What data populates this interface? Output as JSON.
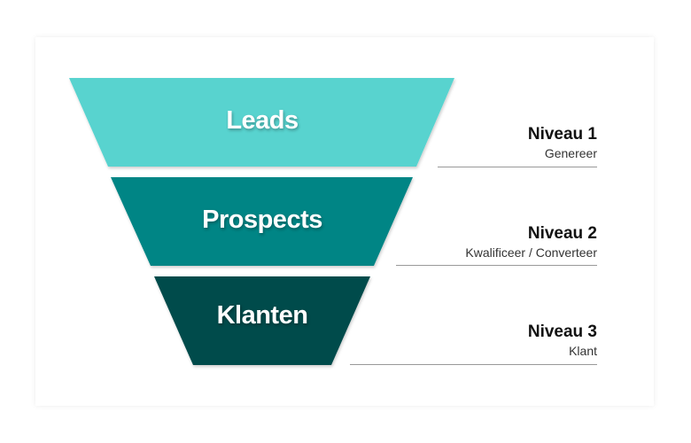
{
  "stages": [
    {
      "label": "Leads",
      "color": "#58d3cf",
      "level": "Niveau 1",
      "action": "Genereer"
    },
    {
      "label": "Prospects",
      "color": "#008585",
      "level": "Niveau 2",
      "action": "Kwalificeer / Converteer"
    },
    {
      "label": "Klanten",
      "color": "#004b4b",
      "level": "Niveau 3",
      "action": "Klant"
    }
  ]
}
